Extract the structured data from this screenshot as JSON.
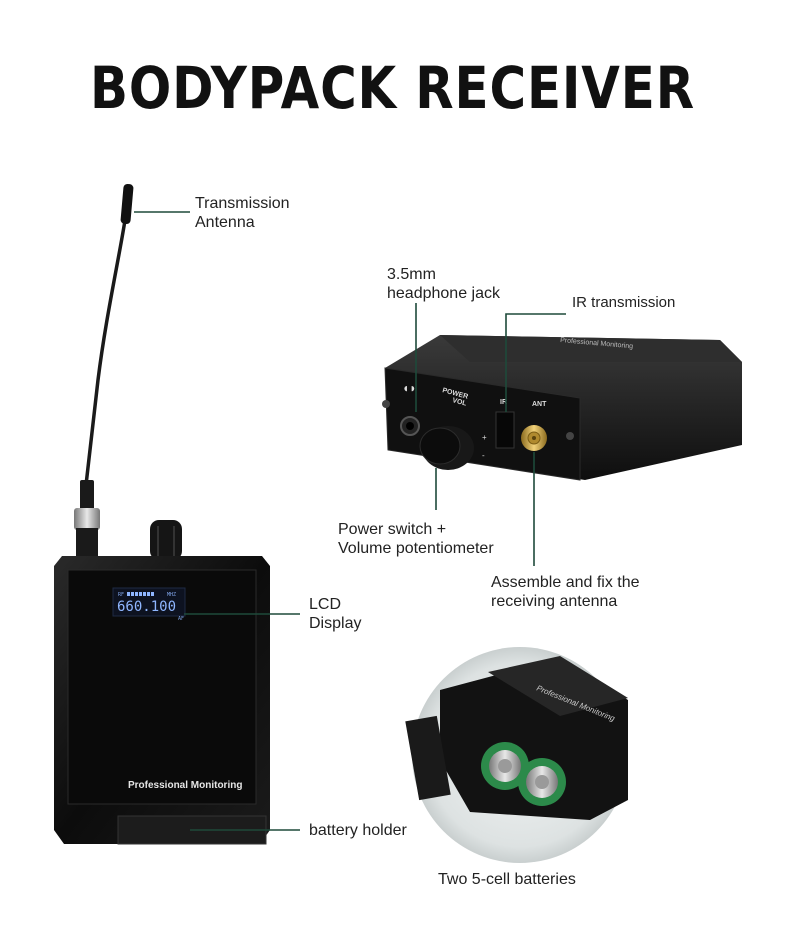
{
  "title": "BODYPACK RECEIVER",
  "labels": {
    "antenna_line1": "Transmission",
    "antenna_line2": "Antenna",
    "lcd_line1": "LCD",
    "lcd_line2": "Display",
    "battery_holder": "battery holder",
    "jack_line1": "3.5mm",
    "jack_line2": "headphone jack",
    "ir": "IR transmission",
    "power_line1": "Power switch +",
    "power_line2": "Volume potentiometer",
    "ant_line1": "Assemble and fix the",
    "ant_line2": "receiving antenna",
    "batteries": "Two 5-cell batteries"
  },
  "device": {
    "front_brand": "Professional Monitoring",
    "lcd_value": "660.100",
    "lcd_rf": "RF",
    "lcd_unit": "MHZ",
    "lcd_af": "AF",
    "top_vol": "VOL",
    "top_power": "POWER",
    "top_ir": "IR",
    "top_ant": "ANT",
    "top_plus": "+",
    "top_minus": "-",
    "brand_small": "Professional Monitoring"
  },
  "colors": {
    "leader_line": "#1e4a3a",
    "device_body": "#141414",
    "lcd_digits": "#8fb6ff",
    "battery_green": "#2c8a4a"
  }
}
